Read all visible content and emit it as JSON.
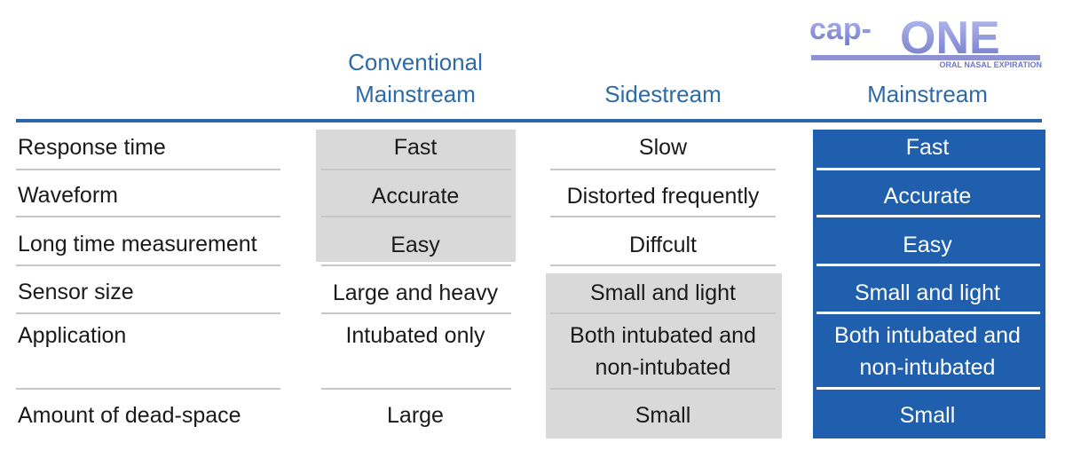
{
  "logo": {
    "text_small": "cap-",
    "text_big": "ONE",
    "tagline": "ORAL NASAL EXPIRATION"
  },
  "columns": {
    "conventional_line1": "Conventional",
    "conventional_line2": "Mainstream",
    "sidestream": "Sidestream",
    "mainstream": "Mainstream"
  },
  "rows": [
    {
      "label": "Response time",
      "conventional": "Fast",
      "sidestream": "Slow",
      "mainstream": "Fast"
    },
    {
      "label": "Waveform",
      "conventional": "Accurate",
      "sidestream": "Distorted frequently",
      "mainstream": "Accurate"
    },
    {
      "label": "Long time measurement",
      "conventional": "Easy",
      "sidestream": "Diffcult",
      "mainstream": "Easy"
    },
    {
      "label": "Sensor size",
      "conventional": "Large and heavy",
      "sidestream": "Small and light",
      "mainstream": "Small and light"
    },
    {
      "label": "Application",
      "conventional": "Intubated only",
      "sidestream_line1": "Both intubated and",
      "sidestream_line2": "non-intubated",
      "mainstream_line1": "Both intubated and",
      "mainstream_line2": "non-intubated"
    },
    {
      "label": "Amount of dead-space",
      "conventional": "Large",
      "sidestream": "Small",
      "mainstream": "Small"
    }
  ],
  "colors": {
    "header_text": "#2e6aa6",
    "rule": "#2d64a6",
    "highlight_blue": "#1f5fad",
    "highlight_grey": "#d9d9d9"
  }
}
